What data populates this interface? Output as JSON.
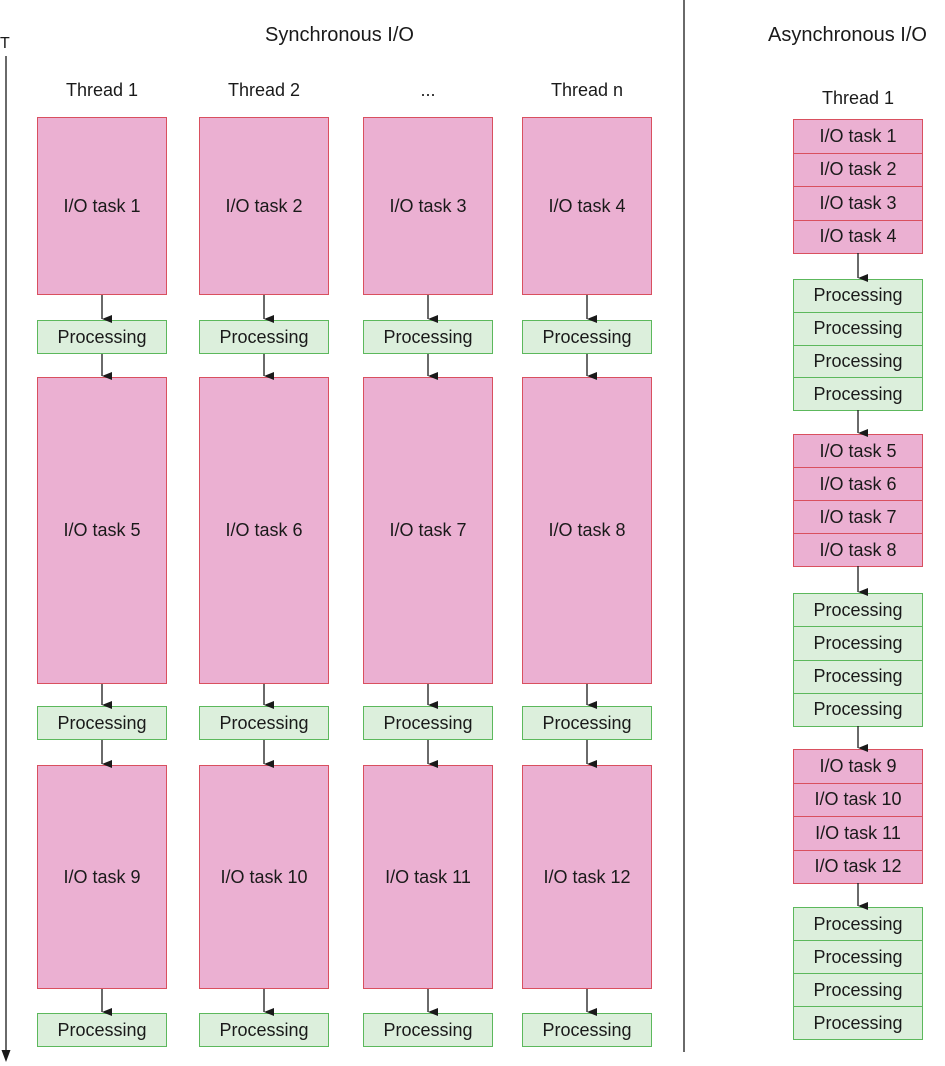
{
  "time_axis": {
    "label": "T"
  },
  "sync": {
    "title": "Synchronous I/O",
    "threads": [
      "Thread 1",
      "Thread 2",
      "...",
      "Thread n"
    ],
    "io_rows": [
      [
        "I/O task 1",
        "I/O task 2",
        "I/O task 3",
        "I/O task 4"
      ],
      [
        "I/O task 5",
        "I/O task 6",
        "I/O task 7",
        "I/O task 8"
      ],
      [
        "I/O task 9",
        "I/O task 10",
        "I/O task 11",
        "I/O task 12"
      ]
    ],
    "processing_label": "Processing"
  },
  "async": {
    "title": "Asynchronous I/O",
    "thread": "Thread 1",
    "groups": [
      {
        "io": [
          "I/O task 1",
          "I/O task 2",
          "I/O task 3",
          "I/O task 4"
        ],
        "processing": [
          "Processing",
          "Processing",
          "Processing",
          "Processing"
        ]
      },
      {
        "io": [
          "I/O task 5",
          "I/O task 6",
          "I/O task 7",
          "I/O task 8"
        ],
        "processing": [
          "Processing",
          "Processing",
          "Processing",
          "Processing"
        ]
      },
      {
        "io": [
          "I/O task 9",
          "I/O task 10",
          "I/O task 11",
          "I/O task 12"
        ],
        "processing": [
          "Processing",
          "Processing",
          "Processing",
          "Processing"
        ]
      }
    ]
  },
  "colors": {
    "io_fill": "#ebb0d2",
    "io_border": "#d9505f",
    "processing_fill": "#dcefdc",
    "processing_border": "#5cb85c",
    "arrow": "#1a1a1a"
  }
}
